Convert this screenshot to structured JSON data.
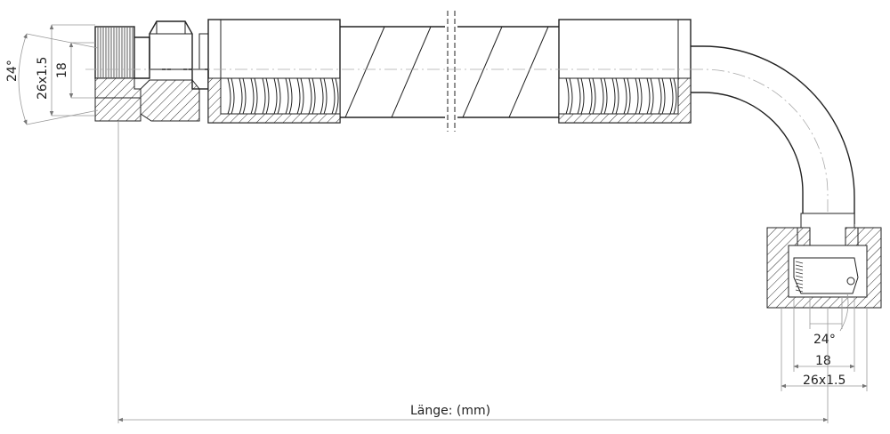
{
  "left_fitting": {
    "angle_label": "24°",
    "thread_label": "26x1.5",
    "bore_label": "18"
  },
  "right_fitting": {
    "angle_label": "24°",
    "bore_label": "18",
    "thread_label": "26x1.5"
  },
  "length_label": "Länge: (mm)",
  "colors": {
    "line": "#222222",
    "dimension": "#999999",
    "background": "#ffffff"
  }
}
